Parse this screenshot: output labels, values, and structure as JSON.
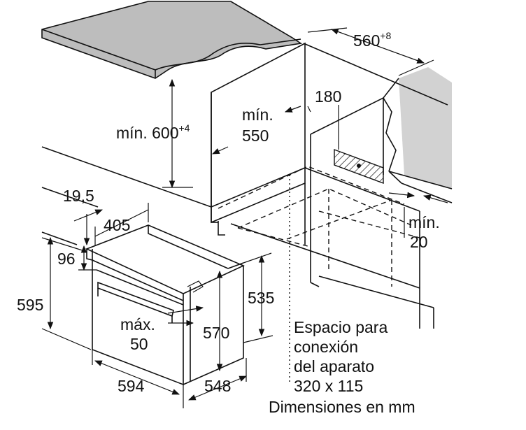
{
  "dimensions": {
    "depth_cutout": {
      "value": "560",
      "sup": "+8"
    },
    "min_height": {
      "value": "mín. 600",
      "sup": "+4"
    },
    "min_depth_line1": "mín.",
    "min_depth_line2": "550",
    "gap_180": "180",
    "min_20_line1": "mín.",
    "min_20_line2": "20",
    "d_19_5": "19,5",
    "d_405": "405",
    "d_96": "96",
    "d_595": "595",
    "d_535": "535",
    "d_570": "570",
    "max50_line1": "máx.",
    "max50_line2": "50",
    "d_594": "594",
    "d_548": "548"
  },
  "notes": {
    "connection_space": [
      "Espacio para",
      "conexión",
      "del aparato",
      "320 x 115"
    ],
    "units": "Dimensiones en mm"
  },
  "colors": {
    "line": "#111111",
    "countertop": "#bdbdbd",
    "wall_shade": "#d2d2d2"
  }
}
